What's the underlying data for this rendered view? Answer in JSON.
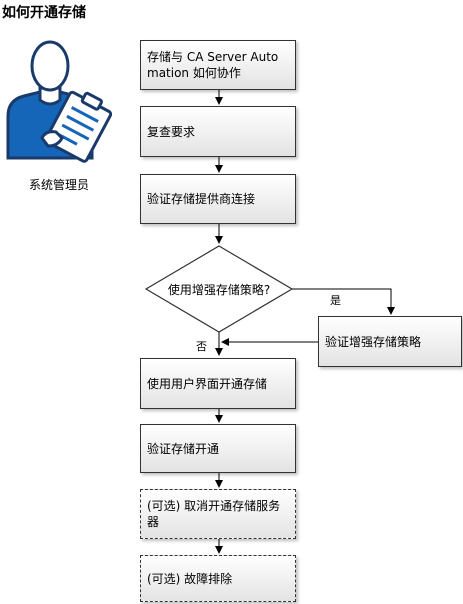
{
  "title": "如何开通存储",
  "role": "系统管理员",
  "steps": [
    "存储与 CA Server Automation 如何协作",
    "复查要求",
    "验证存储提供商连接"
  ],
  "decision": "使用增强存储策略?",
  "branch_yes_label": "是",
  "branch_no_label": "否",
  "side_step": "验证增强存储策略",
  "later_steps": [
    "使用用户界面开通存储",
    "验证存储开通"
  ],
  "optional_steps": [
    "(可选) 取消开通存储服务器",
    "(可选) 故障排除"
  ],
  "colors": {
    "icon_blue": "#1565b8",
    "icon_outline": "#1a3a6b",
    "box_border": "#333333"
  }
}
